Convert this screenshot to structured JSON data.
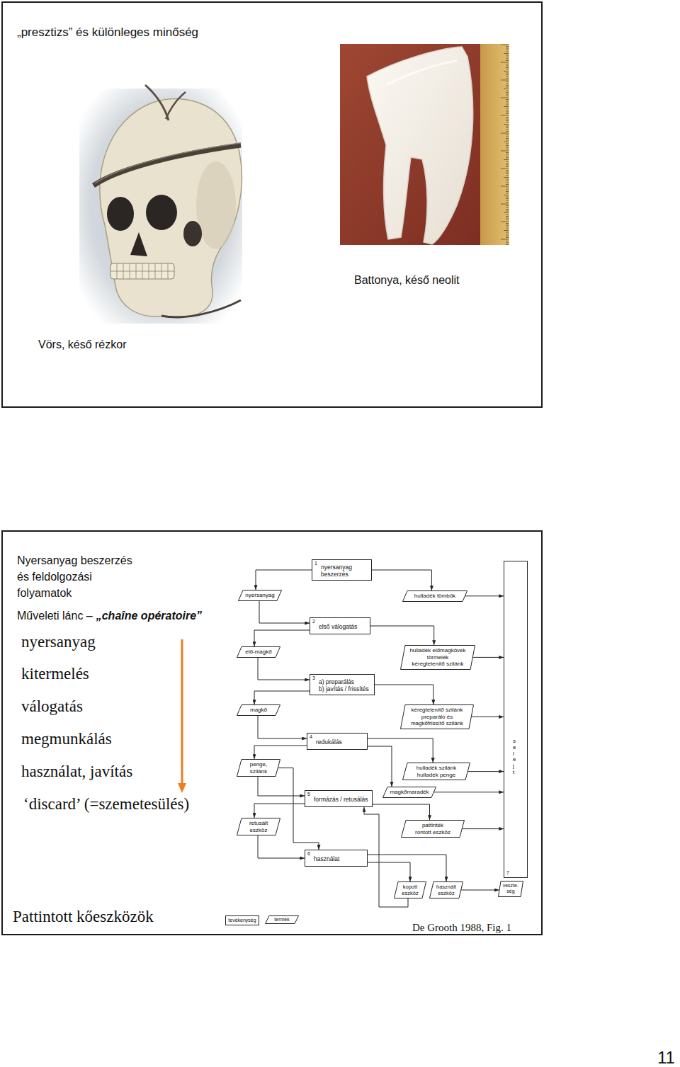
{
  "diagram": {
    "caption": "De Grooth 1988, Fig. 1",
    "nodes": [
      {
        "text": [
          "„presztizs” és különleges minőség",
          "Battonya, késő neolit",
          "Vörs, késő rézkor"
        ]
      },
      {
        "text": [
          "Nyersanyag beszerzés és feldolgozási folyamatok",
          "Műveleti lánc –",
          "„chaîne opératoire”",
          "nyersanyag",
          "kitermelés",
          "válogatás",
          "megmunkálás",
          "használat, javítás",
          "‘discard’ (=szemetesülés)",
          "Pattintott kőeszközök"
        ]
      },
      {
        "text": [
          "1",
          "nyersanyag beszerzés"
        ],
        "in": 1
      },
      {
        "text": [
          "nyersanyag"
        ],
        "in": 1
      },
      {
        "text": [
          "hulladék tömbök"
        ],
        "in": 1
      },
      {
        "text": [
          "2",
          "első válogatás"
        ],
        "in": 1
      },
      {
        "text": [
          "elő-magkő"
        ],
        "in": 1
      },
      {
        "text": [
          "hulladék előmagkövek",
          "törmelék",
          "kéregtelenítő szilánk"
        ],
        "in": 1
      },
      {
        "text": [
          "3",
          "a) preparálás",
          "b) javítás / frissítés"
        ],
        "in": 1
      },
      {
        "text": [
          "magkő"
        ],
        "in": 1
      },
      {
        "text": [
          "kéregtelenítő szilánk",
          "preparáló és magkőfrissítő szilánk"
        ],
        "in": 1
      },
      {
        "text": [
          "4",
          "redukálás"
        ],
        "in": 1
      },
      {
        "text": [
          "penge, szilánk"
        ],
        "in": 1
      },
      {
        "text": [
          "hulladék szilánk",
          "hulladék penge"
        ],
        "in": 1
      },
      {
        "text": [
          "5",
          "formázás / retusálás"
        ],
        "in": 1
      },
      {
        "text": [
          "magkőmaradék"
        ],
        "in": 1
      },
      {
        "text": [
          "retusált eszköz"
        ],
        "in": 1
      },
      {
        "text": [
          "pattinték",
          "rontott eszköz"
        ],
        "in": 1
      },
      {
        "text": [
          "6",
          "használat"
        ],
        "in": 1
      },
      {
        "text": [
          "kopott eszköz"
        ],
        "in": 1
      },
      {
        "text": [
          "használt eszköz"
        ],
        "in": 1
      },
      {
        "text": [
          "selejt",
          "7"
        ],
        "in": 1
      },
      {
        "text": [
          "veszte- ség"
        ],
        "in": 1
      }
    ],
    "edges": [
      {
        "from": 2,
        "to": 3,
        "arrow": "to"
      },
      {
        "from": 2,
        "to": 4,
        "arrow": "to"
      },
      {
        "from": 3,
        "to": 5,
        "arrow": "to"
      },
      {
        "from": 5,
        "to": 6,
        "arrow": "to"
      },
      {
        "from": 5,
        "to": 7,
        "arrow": "to"
      },
      {
        "from": 6,
        "to": 8,
        "arrow": "to"
      },
      {
        "from": 8,
        "to": 9,
        "arrow": "to"
      },
      {
        "from": 8,
        "to": 10,
        "arrow": "to"
      },
      {
        "from": 9,
        "to": 11,
        "arrow": "to"
      },
      {
        "from": 11,
        "to": 12,
        "arrow": "to"
      },
      {
        "from": 11,
        "to": 13,
        "arrow": "to"
      },
      {
        "from": 11,
        "to": 15,
        "arrow": "to"
      },
      {
        "from": 12,
        "to": 14,
        "arrow": "to"
      },
      {
        "from": 12,
        "to": 18,
        "arrow": "to"
      },
      {
        "from": 14,
        "to": 16,
        "arrow": "to"
      },
      {
        "from": 14,
        "to": 17,
        "arrow": "to"
      },
      {
        "from": 16,
        "to": 18,
        "arrow": "to"
      },
      {
        "from": 18,
        "to": 19,
        "arrow": "to"
      },
      {
        "from": 18,
        "to": 20,
        "arrow": "to"
      },
      {
        "from": 19,
        "to": 14,
        "arrow": "to"
      },
      {
        "from": 20,
        "to": 22,
        "arrow": "to"
      },
      {
        "from": 4,
        "to": 21,
        "arrow": "to"
      },
      {
        "from": 7,
        "to": 21,
        "arrow": "to"
      },
      {
        "from": 10,
        "to": 21,
        "arrow": "to"
      },
      {
        "from": 13,
        "to": 21,
        "arrow": "to"
      },
      {
        "from": 15,
        "to": 21,
        "arrow": "to"
      },
      {
        "from": 17,
        "to": 21,
        "arrow": "to"
      }
    ],
    "labels": [
      "11"
    ],
    "legend": [
      {
        "text": "tevékenység"
      },
      {
        "text": "termék"
      }
    ]
  }
}
